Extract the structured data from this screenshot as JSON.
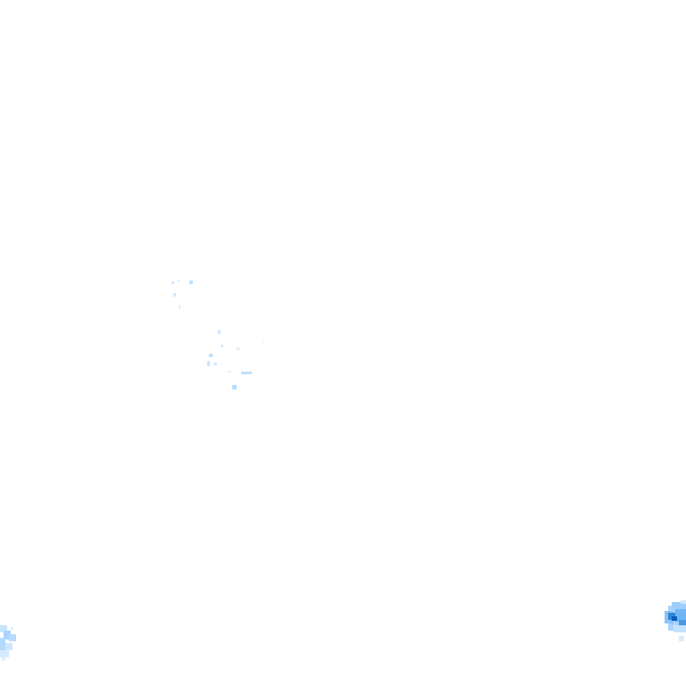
{
  "map": {
    "type": "precipitation radar overlay",
    "background_color": "#ffffff",
    "colors": {
      "light": "#cfe8ff",
      "light_mid": "#a9d4ff",
      "mid": "#6fb6f5",
      "heavy": "#2f86d6",
      "heaviest": "#0b5fb8"
    },
    "echo_clusters": [
      {
        "name": "radar-echo-cluster-north",
        "intensity": "light"
      },
      {
        "name": "radar-echo-cluster-central",
        "intensity": "light"
      },
      {
        "name": "radar-echo-cluster-southwest",
        "intensity": "light_mid"
      },
      {
        "name": "radar-echo-cluster-southeast",
        "intensity": "heavy"
      }
    ]
  }
}
